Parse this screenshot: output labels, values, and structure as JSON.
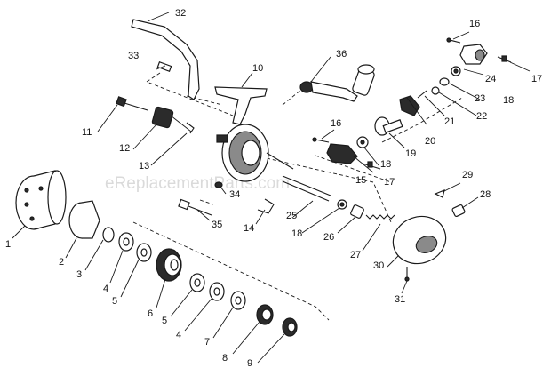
{
  "watermark": "eReplacementParts.com",
  "callouts": {
    "c1": "1",
    "c2": "2",
    "c3": "3",
    "c4a": "4",
    "c5a": "5",
    "c6": "6",
    "c5b": "5",
    "c4b": "4",
    "c7": "7",
    "c8": "8",
    "c9": "9",
    "c10": "10",
    "c11": "11",
    "c12": "12",
    "c13": "13",
    "c14": "14",
    "c15": "15",
    "c16a": "16",
    "c16b": "16",
    "c17a": "17",
    "c17b": "17",
    "c18a": "18",
    "c18b": "18",
    "c18c": "18",
    "c19": "19",
    "c20": "20",
    "c21": "21",
    "c22": "22",
    "c23": "23",
    "c24": "24",
    "c25": "25",
    "c26": "26",
    "c27": "27",
    "c28": "28",
    "c29": "29",
    "c30": "30",
    "c31": "31",
    "c32": "32",
    "c33": "33",
    "c34": "34",
    "c35": "35",
    "c36": "36"
  }
}
